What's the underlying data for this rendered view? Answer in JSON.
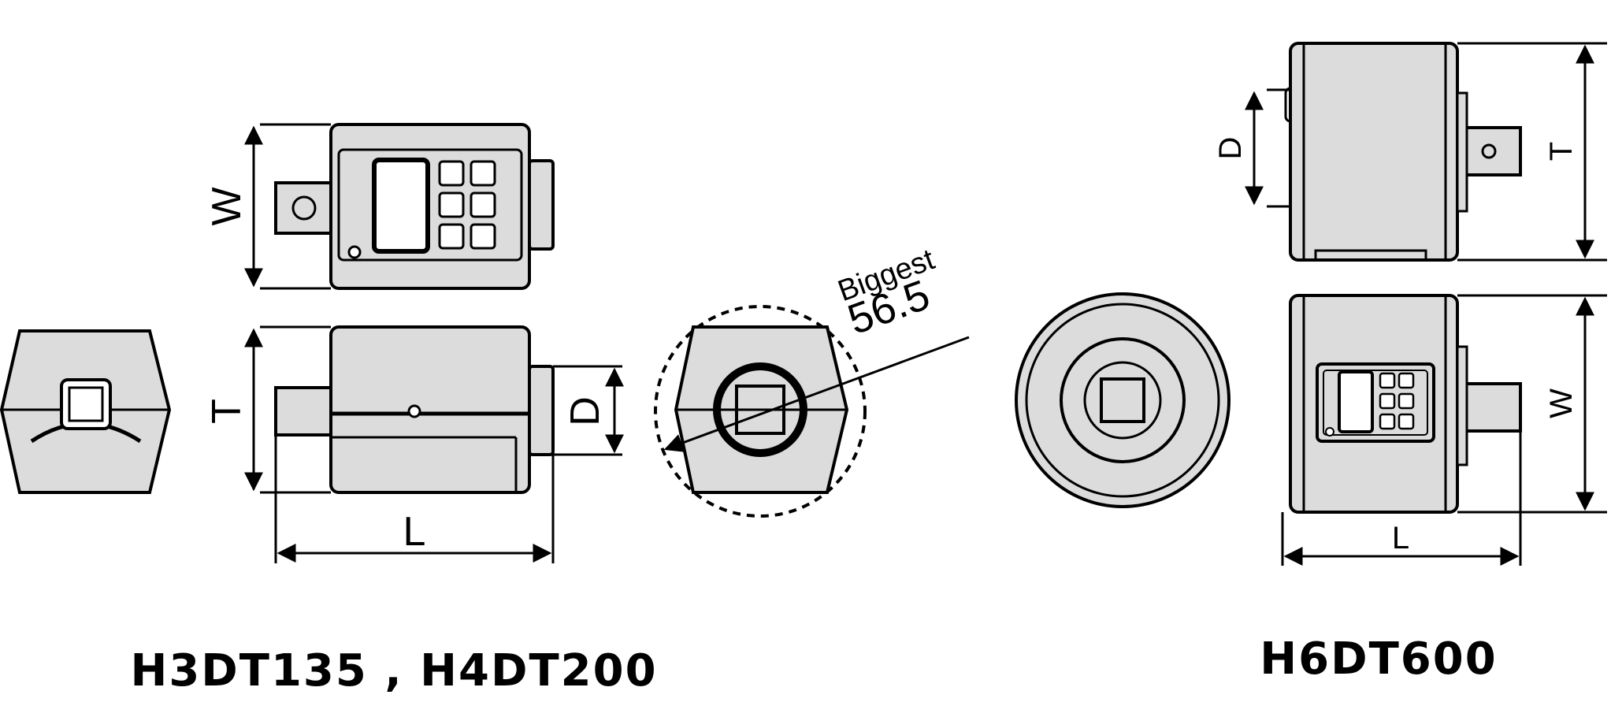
{
  "dimension_labels": {
    "width": "W",
    "thickness": "T",
    "drive": "D",
    "length": "L"
  },
  "annotation": {
    "label": "Biggest",
    "value": "56.5"
  },
  "models": {
    "left": "H3DT135 , H4DT200",
    "right": "H6DT600"
  }
}
